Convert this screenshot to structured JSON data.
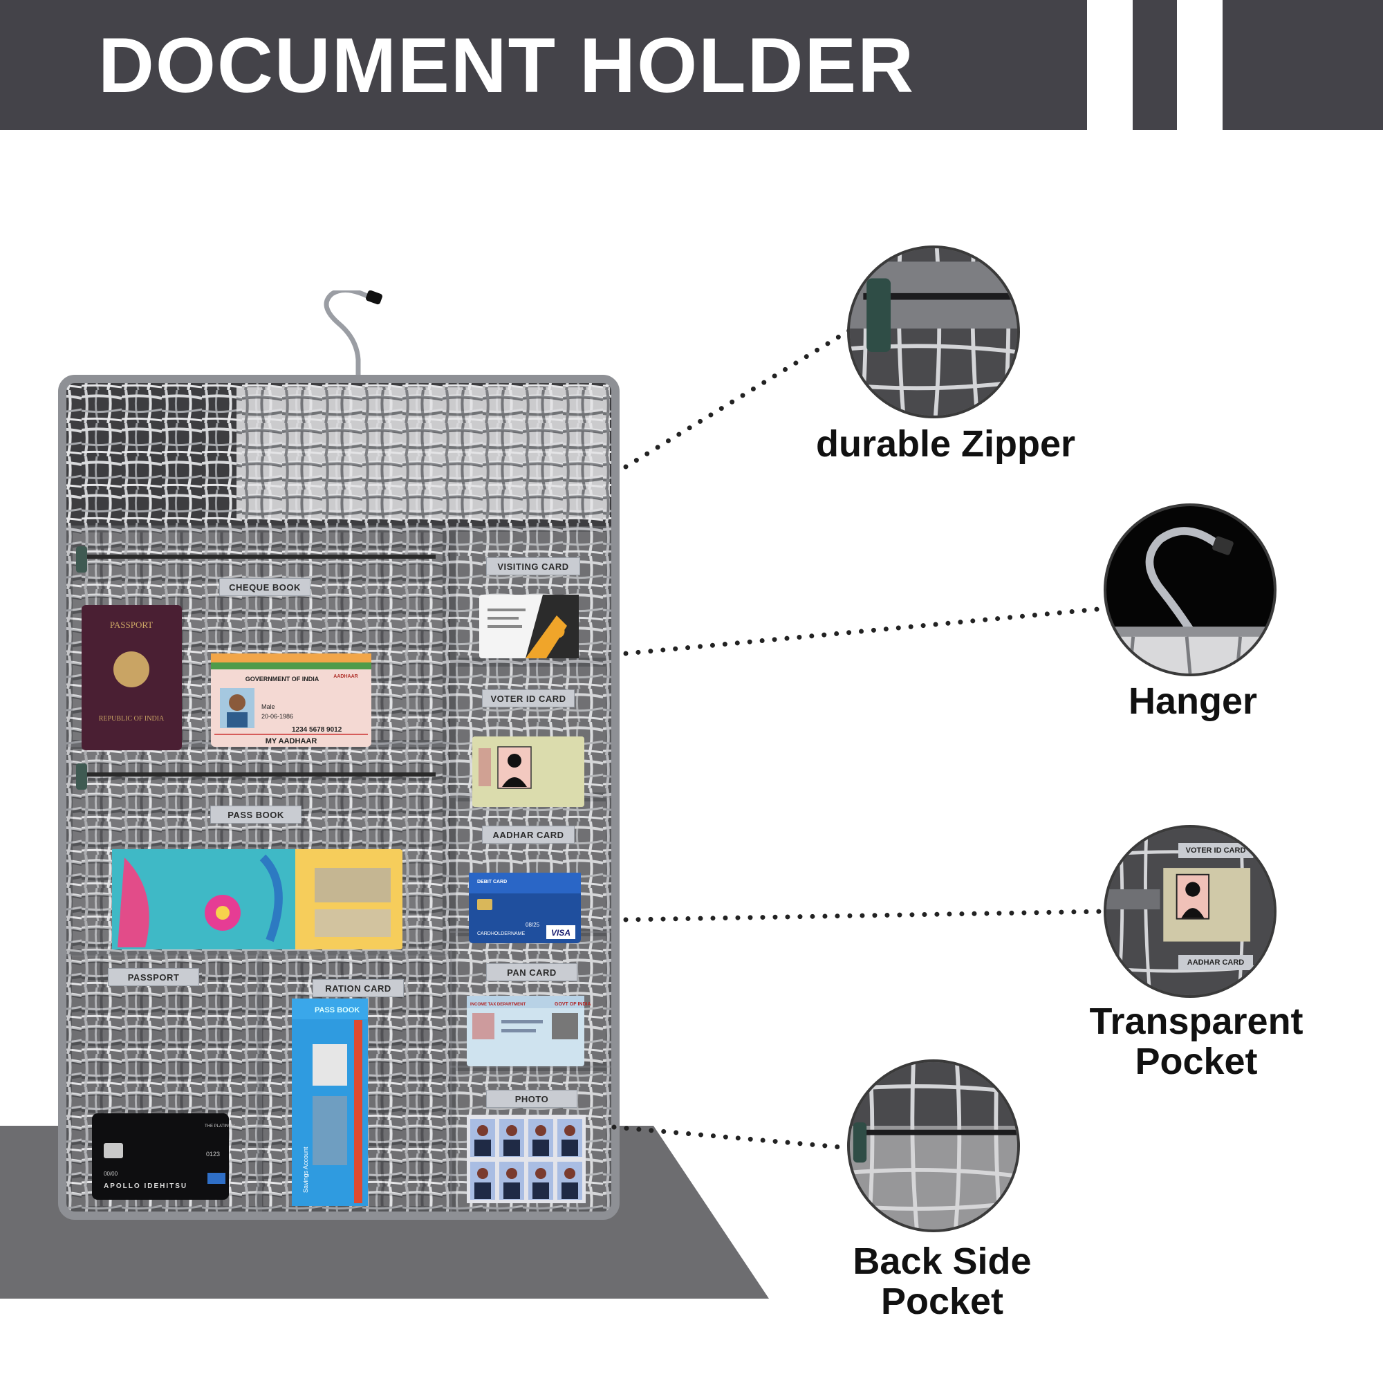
{
  "header": {
    "title": "DOCUMENT HOLDER"
  },
  "pocket_labels": {
    "cheque_book": "CHEQUE BOOK",
    "visiting_card": "VISITING CARD",
    "voter_id_card": "VOTER ID CARD",
    "pass_book": "PASS BOOK",
    "aadhar_card": "AADHAR CARD",
    "passport": "PASSPORT",
    "ration_card": "RATION CARD",
    "pan_card": "PAN CARD",
    "photo": "PHOTO"
  },
  "card_texts": {
    "passport_cover_top": "PASSPORT",
    "passport_cover_bottom": "REPUBLIC OF INDIA",
    "aadhaar_govt": "GOVERNMENT OF INDIA",
    "aadhaar_gender": "Male",
    "aadhaar_dob": "20-06-1986",
    "aadhaar_number": "1234 5678 9012",
    "aadhaar_footer": "MY AADHAAR",
    "aadhaar_brand": "AADHAAR",
    "passbook_title": "PASS BOOK",
    "passbook_sub": "Savings Account",
    "debit_card_type": "DEBIT CARD",
    "debit_card_brand": "VISA",
    "debit_card_holder": "CARDHOLDERNAME",
    "debit_card_expiry": "08/25",
    "pan_dept": "INCOME TAX DEPARTMENT",
    "pan_govt": "GOVT OF INDIA",
    "credit_card_name": "APOLLO IDEHITSU",
    "credit_card_tier": "THE PLATINUM",
    "credit_card_number": "0123",
    "credit_card_expiry": "00/00"
  },
  "callouts": {
    "zipper": {
      "label": "durable Zipper"
    },
    "hanger": {
      "label": "Hanger"
    },
    "transparent": {
      "label_line1": "Transparent",
      "label_line2": "Pocket",
      "inner_top": "VOTER ID CARD",
      "inner_bottom": "AADHAR CARD"
    },
    "back": {
      "label_line1": "Back Side",
      "label_line2": "Pocket"
    }
  },
  "colors": {
    "banner": "#444349",
    "fabric_dark": "#3b3b3d",
    "fabric_light": "#e6e6e8",
    "binding": "#8e9095",
    "floor": "#6d6d70",
    "label_bg": "#c9ccd2"
  }
}
